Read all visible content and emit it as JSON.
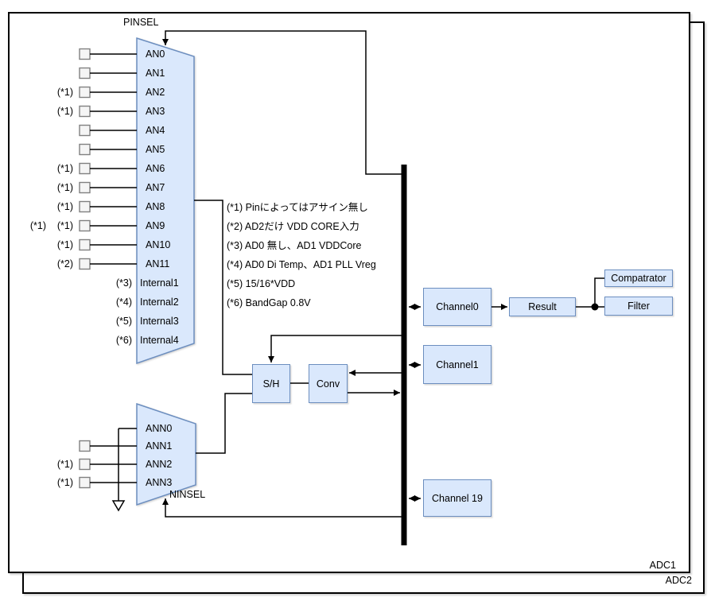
{
  "colors": {
    "box_fill": "#dae8fc",
    "box_stroke": "#6c8ebf",
    "wire": "#000000",
    "pin_fill": "#f5f5f5",
    "pin_stroke": "#808080",
    "frame_stroke": "#000000",
    "background": "#ffffff"
  },
  "frames": {
    "inner_label": "ADC1",
    "outer_label": "ADC2"
  },
  "pinsel": {
    "title": "PINSEL",
    "rows": [
      {
        "label": "AN0"
      },
      {
        "label": "AN1"
      },
      {
        "label": "AN2",
        "note": "(*1)"
      },
      {
        "label": "AN3",
        "note": "(*1)"
      },
      {
        "label": "AN4"
      },
      {
        "label": "AN5"
      },
      {
        "label": "AN6",
        "note": "(*1)"
      },
      {
        "label": "AN7",
        "note": "(*1)"
      },
      {
        "label": "AN8",
        "note": "(*1)"
      },
      {
        "label": "AN9",
        "note": "(*1)",
        "note2": "(*1)"
      },
      {
        "label": "AN10",
        "note": "(*1)"
      },
      {
        "label": "AN11",
        "note": "(*2)"
      },
      {
        "label": "Internal1",
        "note": "(*3)"
      },
      {
        "label": "Internal2",
        "note": "(*4)"
      },
      {
        "label": "Internal3",
        "note": "(*5)"
      },
      {
        "label": "Internal4",
        "note": "(*6)"
      }
    ]
  },
  "ninsel": {
    "title": "NINSEL",
    "rows": [
      {
        "label": "ANN0"
      },
      {
        "label": "ANN1"
      },
      {
        "label": "ANN2",
        "note": "(*1)"
      },
      {
        "label": "ANN3",
        "note": "(*1)"
      }
    ]
  },
  "notes": [
    "(*1) Pinによってはアサイン無し",
    "(*2) AD2だけ VDD CORE入力",
    "(*3) AD0 無し、AD1 VDDCore",
    "(*4) AD0 Di Temp、AD1 PLL Vreg",
    "(*5) 15/16*VDD",
    "(*6) BandGap 0.8V"
  ],
  "blocks": {
    "sh": "S/H",
    "conv": "Conv",
    "channel0": "Channel0",
    "channel1": "Channel1",
    "channel19": "Channel 19",
    "result": "Result",
    "comparator": "Compatrator",
    "filter": "Filter"
  }
}
